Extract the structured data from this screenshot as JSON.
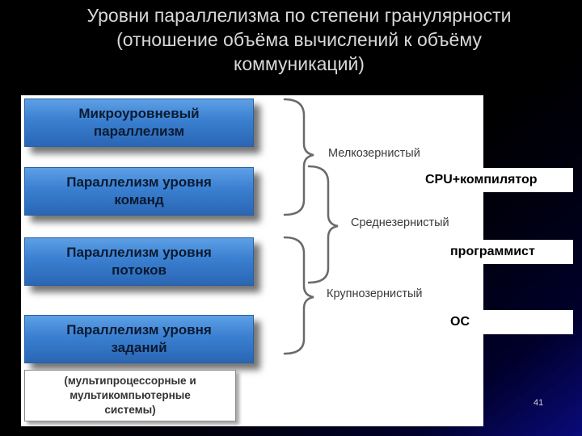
{
  "title": {
    "line1": "Уровни параллелизма по степени гранулярности",
    "line2": "(отношение объёма вычислений к объёму",
    "line3": "коммуникаций)"
  },
  "levels": [
    {
      "line1": "Микроуровневый",
      "line2": "параллелизм"
    },
    {
      "line1": "Параллелизм уровня",
      "line2": "команд"
    },
    {
      "line1": "Параллелизм уровня",
      "line2": "потоков"
    },
    {
      "line1": "Параллелизм уровня",
      "line2": "заданий"
    }
  ],
  "note": {
    "line1": "(мультипроцессорные и",
    "line2": "мультикомпьютерные",
    "line3": "системы)"
  },
  "granularity": {
    "fine": "Мелкозернистый",
    "medium": "Среднезернистый",
    "coarse": "Крупнозернистый"
  },
  "actors": {
    "cpu": "CPU+компилятор",
    "programmer": "программист",
    "os": "ОС"
  },
  "page_number": "41",
  "colors": {
    "box_fill": "#3a7fd0",
    "background": "#000000",
    "panel": "#ffffff"
  }
}
